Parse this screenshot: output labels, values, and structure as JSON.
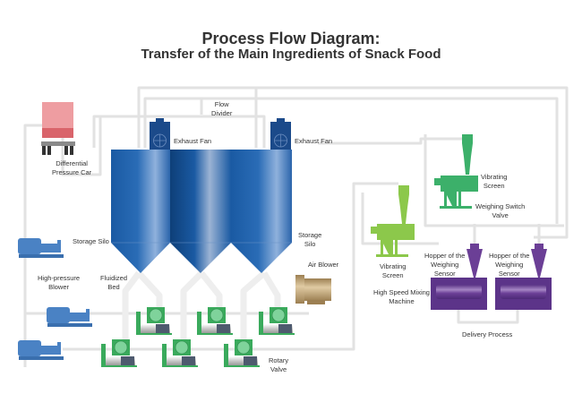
{
  "title": "Process Flow Diagram:",
  "subtitle": "Transfer of the Main Ingredients of Snack Food",
  "colors": {
    "silo_blue": "#1f5ea8",
    "silo_dark": "#0e3f78",
    "silo_highlight": "#8fb1dc",
    "exhaust_fan": "#1b4a8a",
    "truck_red": "#e98a8f",
    "blower_blue": "#4a82c4",
    "rotary_green": "#3aaa5c",
    "screen_green_dark": "#3cb06a",
    "screen_green_light": "#8cc84b",
    "mixer_purple": "#6b3f96",
    "air_blower_tan": "#b89b6c",
    "pipe": "#e2e2e2"
  },
  "labels": {
    "differential_pressure_car": [
      "Differential",
      "Pressure Car"
    ],
    "flow_divider": [
      "Flow",
      "Divider"
    ],
    "exhaust_fan_1": "Exhaust Fan",
    "exhaust_fan_2": "Exhaust Fan",
    "storage_silo_left": "Storage Silo",
    "storage_silo_right": [
      "Storage",
      "Silo"
    ],
    "high_pressure_blower": [
      "High-pressure",
      "Blower"
    ],
    "fluidized_bed": [
      "Fluidized",
      "Bed"
    ],
    "air_blower": "Air Blower",
    "rotary_valve": [
      "Rotary",
      "Valve"
    ],
    "vibrating_screen_upper": [
      "Vibrating",
      "Screen"
    ],
    "weighing_switch_valve": [
      "Weighing Switch",
      "Valve"
    ],
    "vibrating_screen_lower": [
      "Vibrating",
      "Screen"
    ],
    "hopper_1": [
      "Hopper of the",
      "Weighing",
      "Sensor"
    ],
    "hopper_2": [
      "Hopper of the",
      "Weighing",
      "Sensor"
    ],
    "high_speed_mixing_machine": [
      "High Speed Mixing",
      "Machine"
    ],
    "delivery_process": "Delivery Process"
  }
}
